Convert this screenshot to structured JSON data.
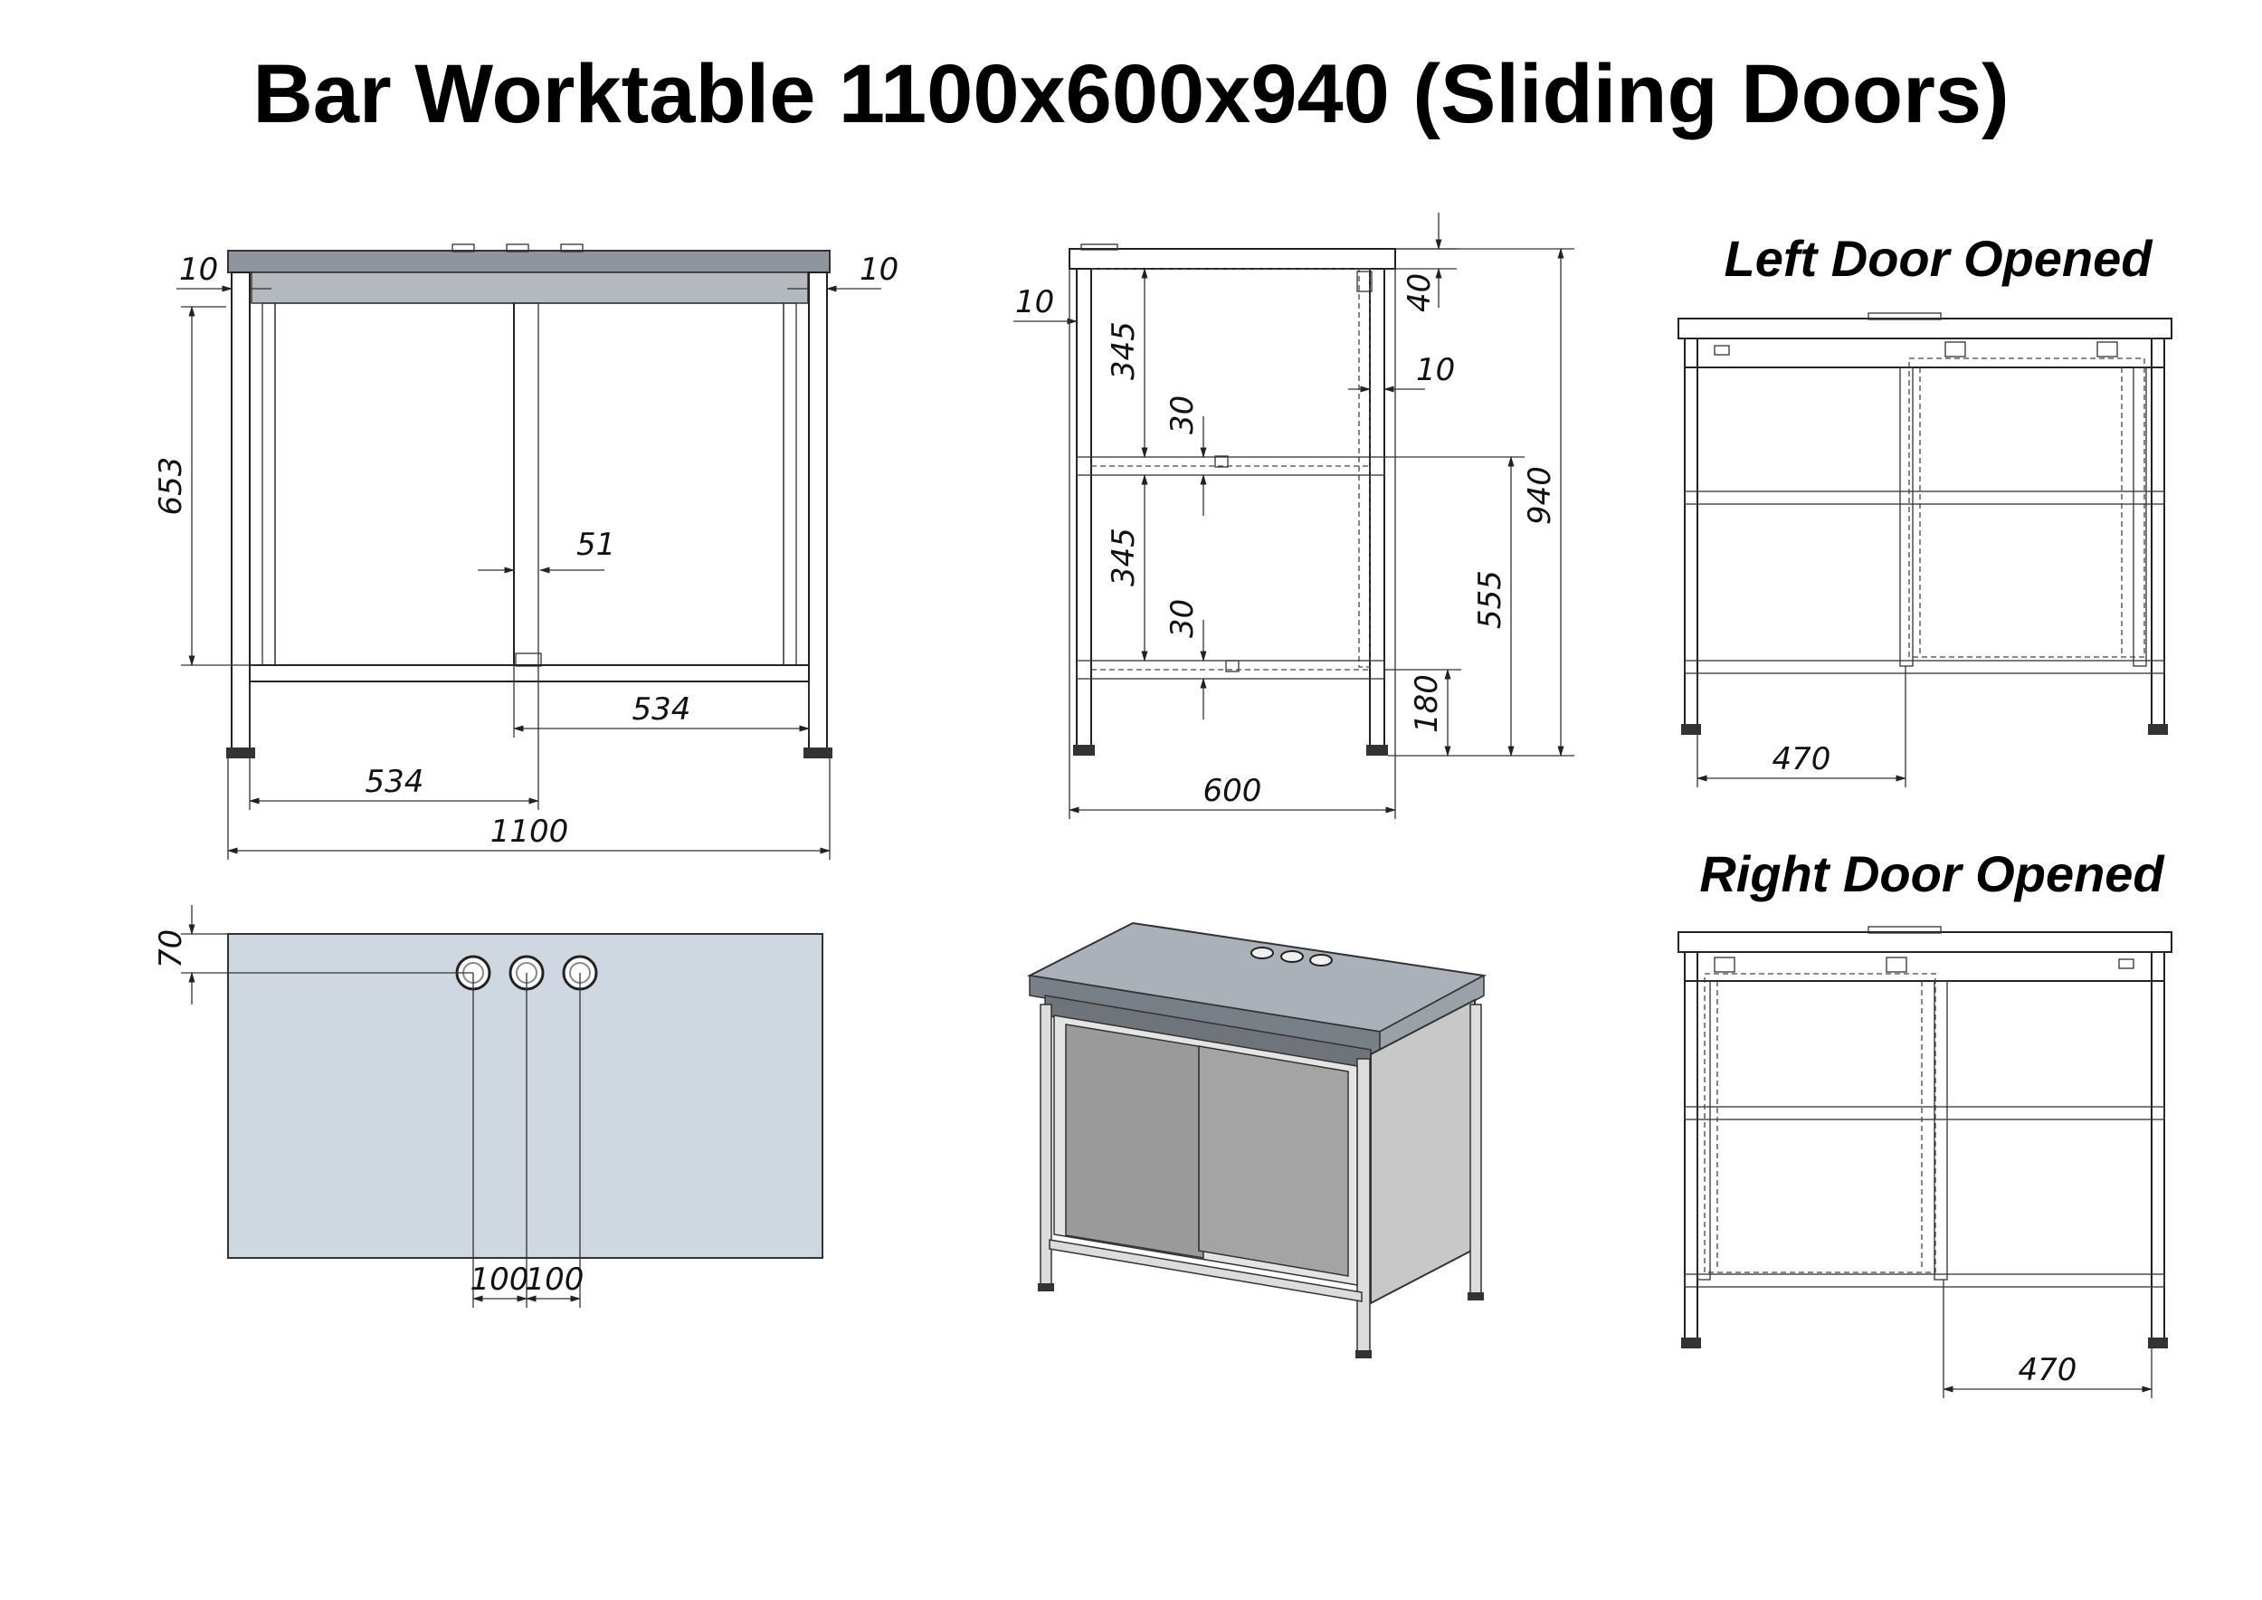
{
  "title": "Bar Worktable 1100x600x940 (Sliding Doors)",
  "views": {
    "front": {
      "dims": {
        "edge_left": "10",
        "edge_right": "10",
        "opening_height": "653",
        "overlap": "51",
        "door_upper": "534",
        "door_lower": "534",
        "length": "1100"
      }
    },
    "side": {
      "dims": {
        "frame": "10",
        "top_gap": "40",
        "post": "10",
        "shelf_space_1": "345",
        "shelf_thick_1": "30",
        "shelf_space_2": "345",
        "shelf_thick_2": "30",
        "height": "940",
        "lower_height": "555",
        "leg": "180",
        "depth": "600"
      }
    },
    "left_open": {
      "caption": "Left Door Opened",
      "dims": {
        "opening": "470"
      }
    },
    "right_open": {
      "caption": "Right Door Opened",
      "dims": {
        "opening": "470"
      }
    },
    "top": {
      "dims": {
        "hole_offset": "70",
        "hole_pitch_1": "100",
        "hole_pitch_2": "100"
      }
    },
    "iso": {}
  },
  "colors": {
    "line": "#222222",
    "worktop": "#8f959d",
    "top_plan_fill": "#cfd8e0",
    "iso_door": "#9a9a9a",
    "iso_side": "#c8c8c8"
  }
}
